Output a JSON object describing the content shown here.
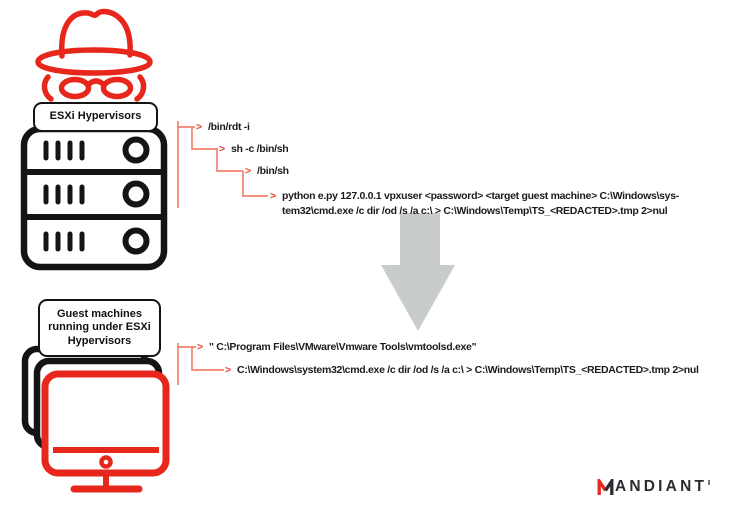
{
  "colors": {
    "brand_red": "#e8271c",
    "chevron_red": "#e8402a",
    "tree_line_salmon": "#f2836f",
    "arrow_gray": "#c9cccd",
    "icon_black": "#141414"
  },
  "top_label": "ESXi Hypervisors",
  "bottom_label": {
    "line1": "Guest machines",
    "line2": "running under ESXi",
    "line3": "Hypervisors"
  },
  "glyphs": {
    "chevron": ">"
  },
  "tree_top": {
    "items": [
      {
        "cmd": "/bin/rdt -i"
      },
      {
        "cmd": "sh -c /bin/sh"
      },
      {
        "cmd": "/bin/sh"
      },
      {
        "cmd_line1": "python e.py 127.0.0.1 vpxuser <password> <target guest machine> C:\\Windows\\sys-",
        "cmd_line2": "tem32\\cmd.exe /c dir /od /s /a c:\\ > C:\\Windows\\Temp\\TS_<REDACTED>.tmp 2>nul"
      }
    ]
  },
  "tree_bottom": {
    "items": [
      {
        "cmd": "\" C:\\Program Files\\VMware\\Vmware Tools\\vmtoolsd.exe\""
      },
      {
        "cmd": "C:\\Windows\\system32\\cmd.exe /c dir /od /s /a c:\\ > C:\\Windows\\Temp\\TS_<REDACTED>.tmp 2>nul"
      }
    ]
  },
  "logo": {
    "m": "M",
    "rest": "ANDIANT"
  }
}
